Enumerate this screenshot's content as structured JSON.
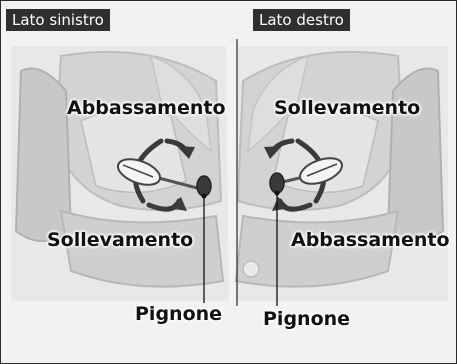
{
  "panels": {
    "left": {
      "tag": "Lato sinistro",
      "top_label": "Abbassamento",
      "bottom_label": "Sollevamento",
      "pinion_label": "Pignone"
    },
    "right": {
      "tag": "Lato destro",
      "top_label": "Sollevamento",
      "bottom_label": "Abbassamento",
      "pinion_label": "Pignone"
    }
  },
  "icons": {
    "screwdriver": "screwdriver-icon",
    "rotation": "rotation-arrows-icon",
    "pinion": "pinion-gear-icon"
  },
  "colors": {
    "tag_bg": "#2f2f2f",
    "background": "#f2f2f2",
    "housing": "#d9d9d9",
    "housing_dark": "#b5b5b5",
    "arrow": "#3a3a3a"
  }
}
